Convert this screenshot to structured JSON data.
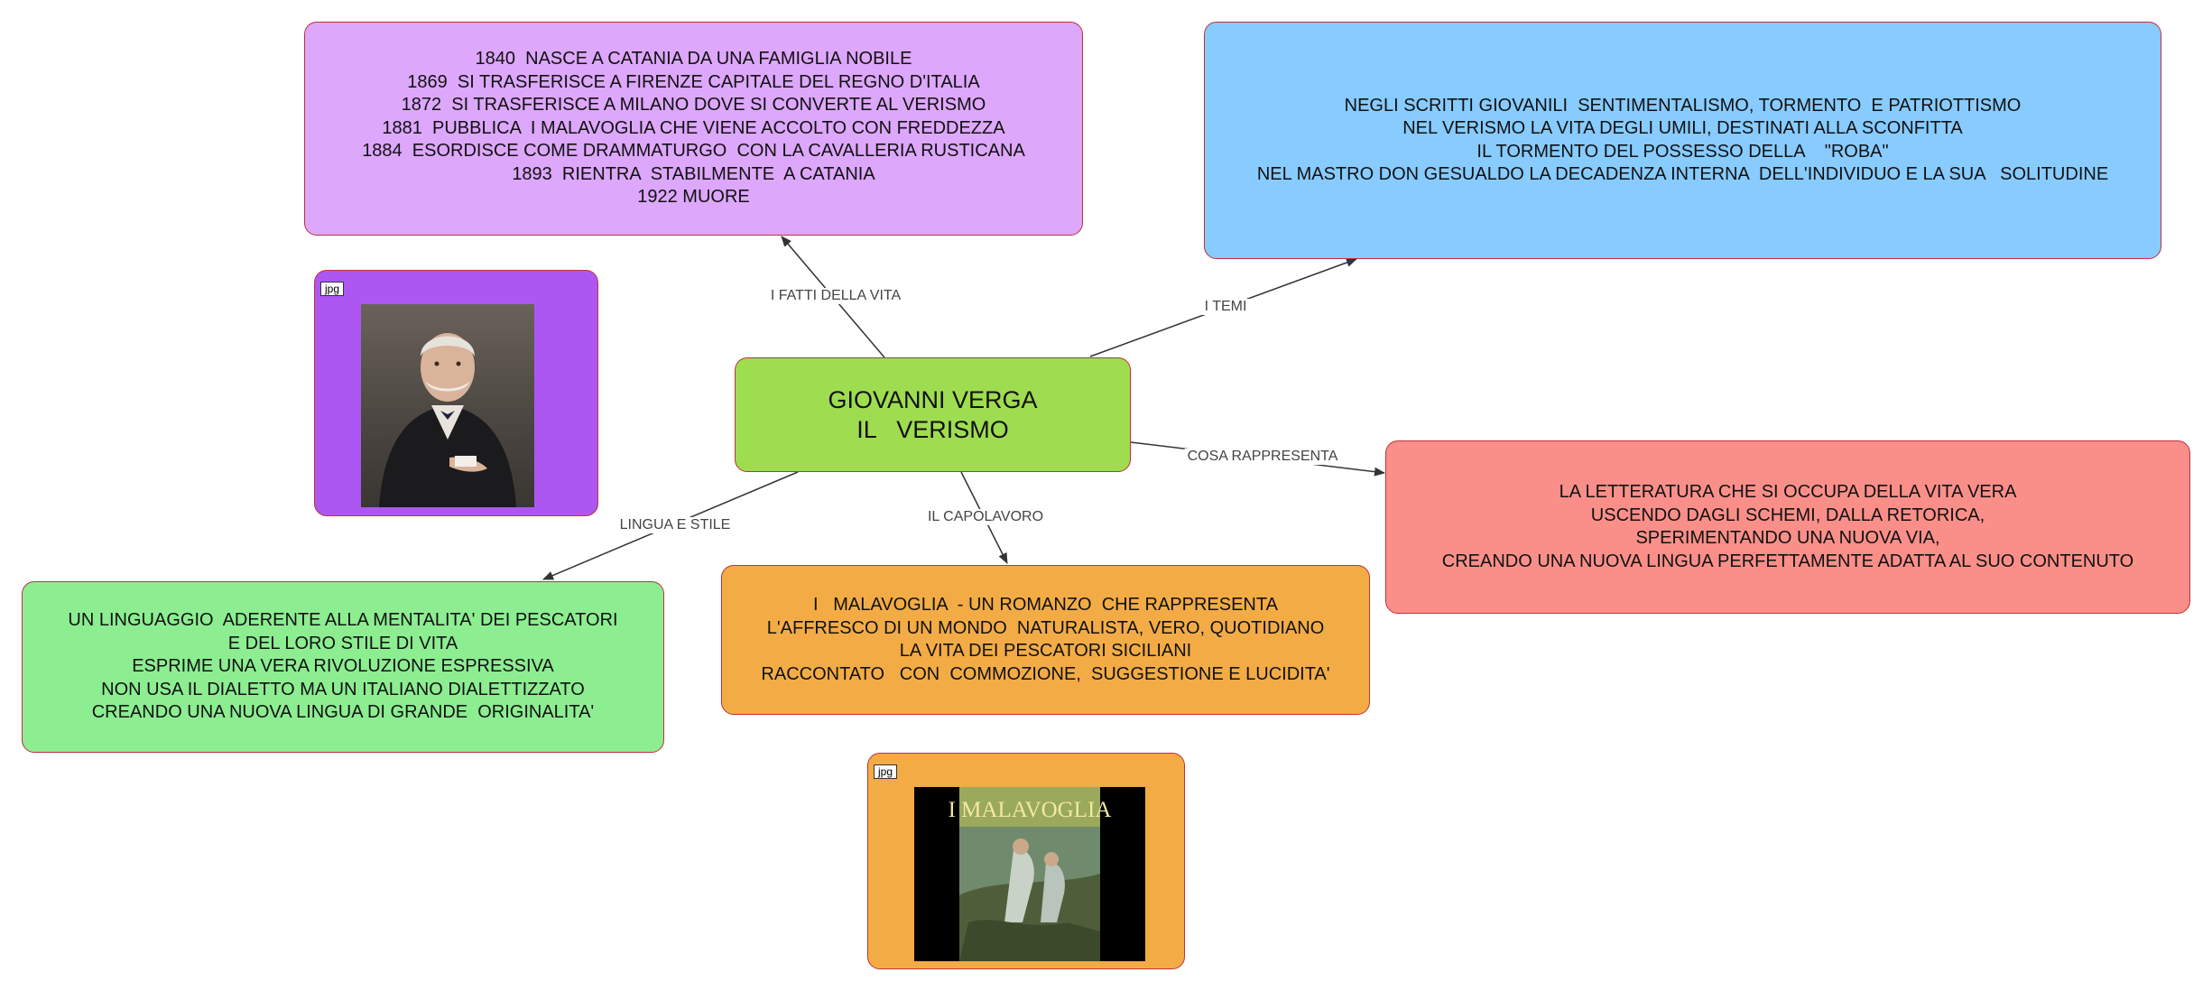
{
  "colors": {
    "center": "#9fdd50",
    "life": "#dda7fb",
    "themes": "#87cbff",
    "represents": "#fa8f89",
    "masterpiece": "#f3ac45",
    "language": "#8cee91",
    "portrait_frame": "#ac57f2",
    "cover_frame": "#f3ac45",
    "border": "#c0303a",
    "link": "#333333"
  },
  "nodes": {
    "center": "GIOVANNI VERGA\nIL   VERISMO",
    "life": "1840  NASCE A CATANIA DA UNA FAMIGLIA NOBILE\n1869  SI TRASFERISCE A FIRENZE CAPITALE DEL REGNO D'ITALIA\n1872  SI TRASFERISCE A MILANO DOVE SI CONVERTE AL VERISMO\n1881  PUBBLICA  I MALAVOGLIA CHE VIENE ACCOLTO CON FREDDEZZA\n1884  ESORDISCE COME DRAMMATURGO  CON LA CAVALLERIA RUSTICANA\n1893  RIENTRA  STABILMENTE  A CATANIA\n1922 MUORE",
    "themes": "NEGLI SCRITTI GIOVANILI  SENTIMENTALISMO, TORMENTO  E PATRIOTTISMO\nNEL VERISMO LA VITA DEGLI UMILI, DESTINATI ALLA SCONFITTA\nIL TORMENTO DEL POSSESSO DELLA    \"ROBA\"\nNEL MASTRO DON GESUALDO LA DECADENZA INTERNA  DELL'INDIVIDUO E LA SUA   SOLITUDINE",
    "represents": "LA LETTERATURA CHE SI OCCUPA DELLA VITA VERA\nUSCENDO DAGLI SCHEMI, DALLA RETORICA,\nSPERIMENTANDO UNA NUOVA VIA,\nCREANDO UNA NUOVA LINGUA PERFETTAMENTE ADATTA AL SUO CONTENUTO",
    "masterpiece": "I   MALAVOGLIA  - UN ROMANZO  CHE RAPPRESENTA\nL'AFFRESCO DI UN MONDO  NATURALISTA, VERO, QUOTIDIANO\nLA VITA DEI PESCATORI SICILIANI\nRACCONTATO   CON  COMMOZIONE,  SUGGESTIONE E LUCIDITA'",
    "language": "UN LINGUAGGIO  ADERENTE ALLA MENTALITA' DEI PESCATORI\nE DEL LORO STILE DI VITA\nESPRIME UNA VERA RIVOLUZIONE ESPRESSIVA\nNON USA IL DIALETTO MA UN ITALIANO DIALETTIZZATO\nCREANDO UNA NUOVA LINGUA DI GRANDE  ORIGINALITA'"
  },
  "links": {
    "life": "I  FATTI DELLA VITA",
    "themes": "I TEMI",
    "represents": "COSA RAPPRESENTA",
    "masterpiece": "IL CAPOLAVORO",
    "language": "LINGUA E STILE"
  },
  "images": {
    "portrait_tag": "jpg",
    "cover_tag": "jpg",
    "cover_title": "I MALAVOGLIA"
  }
}
